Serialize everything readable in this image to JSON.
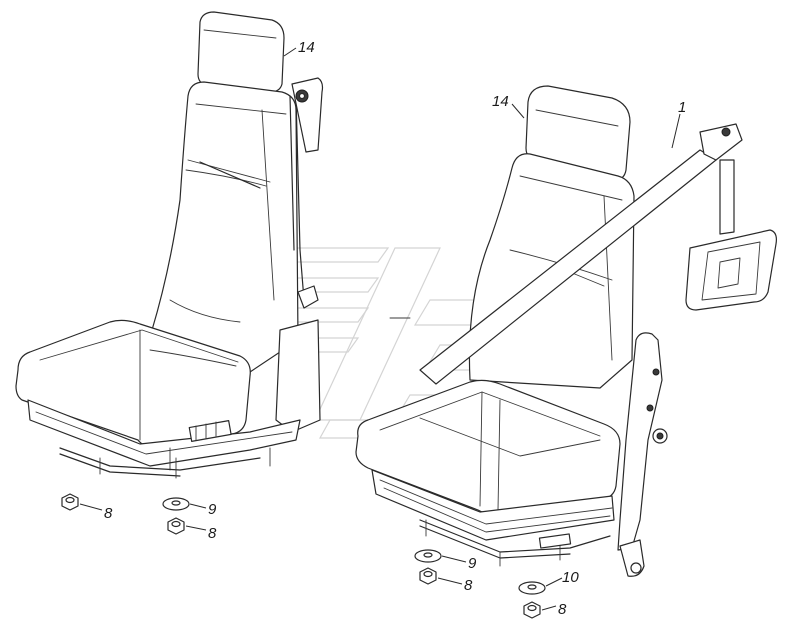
{
  "callouts": {
    "c14_left": "14",
    "c14_right": "14",
    "c1": "1",
    "c8_a": "8",
    "c9_a": "9",
    "c8_b": "8",
    "c9_b": "9",
    "c8_c": "8",
    "c10": "10",
    "c8_d": "8"
  },
  "icons": [
    "nut-icon",
    "washer-icon",
    "buckle-icon",
    "retractor-icon"
  ],
  "colors": {
    "line": "#2a2a2a",
    "watermark": "#d4d4d4",
    "background": "#ffffff"
  }
}
